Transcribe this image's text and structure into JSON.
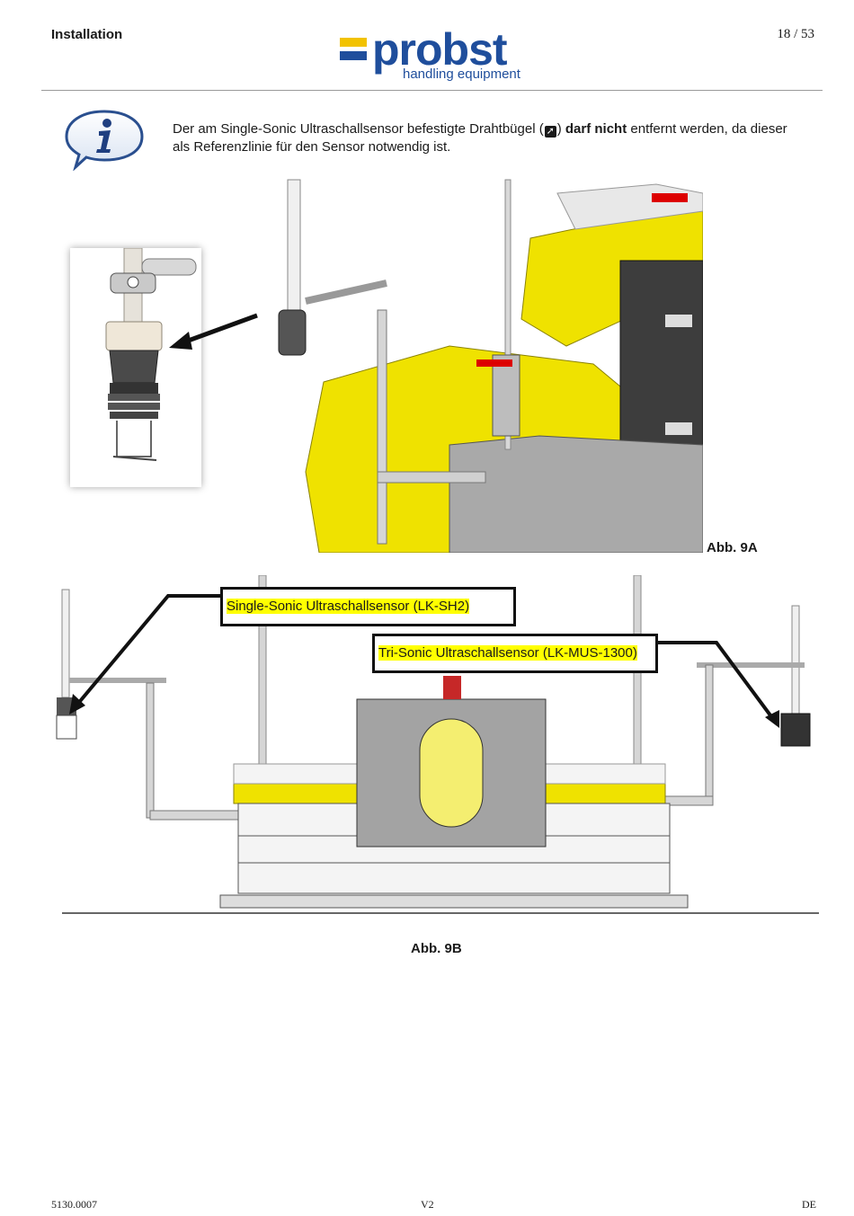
{
  "header": {
    "section": "Installation",
    "page": "18 / 53",
    "logo_name": "probst",
    "logo_tagline": "handling equipment",
    "brand_color": "#1f4e9c",
    "accent_color": "#f2c200"
  },
  "note": {
    "icon": "info-icon",
    "text_before": "Der am Single-Sonic Ultraschallsensor befestigte Drahtbügel (",
    "arrow_glyph": "➚",
    "text_middle": ") ",
    "text_bold": "darf nicht",
    "text_after": " entfernt werden, da dieser als Referenzlinie für den Sensor notwendig ist."
  },
  "figures": {
    "fig9a_caption": "Abb. 9A",
    "fig9b_caption": "Abb. 9B",
    "label_single": "Single-Sonic Ultraschallsensor (LK-SH2)",
    "label_tri": "Tri-Sonic Ultraschallsensor (LK-MUS-1300)"
  },
  "footer": {
    "doc_number": "5130.0007",
    "version": "V2",
    "language": "DE"
  }
}
